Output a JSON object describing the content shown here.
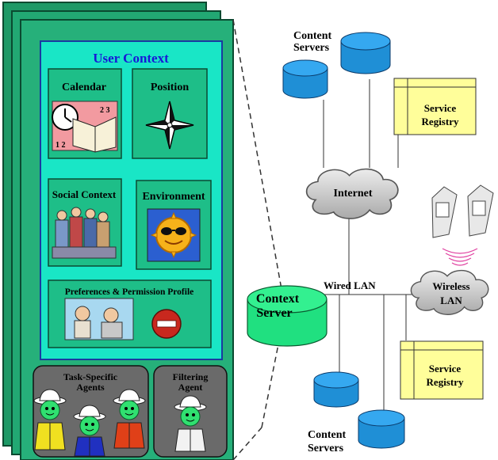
{
  "user_context": {
    "title": "User Context",
    "calendar": "Calendar",
    "position": "Position",
    "social_context": "Social Context",
    "environment": "Environment",
    "preferences": "Preferences  & Permission Profile"
  },
  "agents": {
    "task_specific_line1": "Task-Specific",
    "task_specific_line2": "Agents",
    "filtering_line1": "Filtering",
    "filtering_line2": "Agent"
  },
  "network": {
    "content_servers_top_line1": "Content",
    "content_servers_top_line2": "Servers",
    "service_registry_top_line1": "Service",
    "service_registry_top_line2": "Registry",
    "internet": "Internet",
    "wired_lan": "Wired LAN",
    "wireless_line1": "Wireless",
    "wireless_line2": "LAN",
    "context_server_line1": "Context",
    "context_server_line2": "Server",
    "service_registry_bottom_line1": "Service",
    "service_registry_bottom_line2": "Registry",
    "content_servers_bottom_line1": "Content",
    "content_servers_bottom_line2": "Servers"
  },
  "colors": {
    "stack_green": "#21a36f",
    "panel_cyan": "#19e6c6",
    "box_green": "#1ebe88",
    "title_blue": "#1818d8",
    "server_blue": "#1f8fd6",
    "context_server_green": "#20e080",
    "registry_yellow": "#fffe9a",
    "cloud_gray": "#c8c8c8",
    "agent_panel_gray": "#6a6a6a"
  }
}
